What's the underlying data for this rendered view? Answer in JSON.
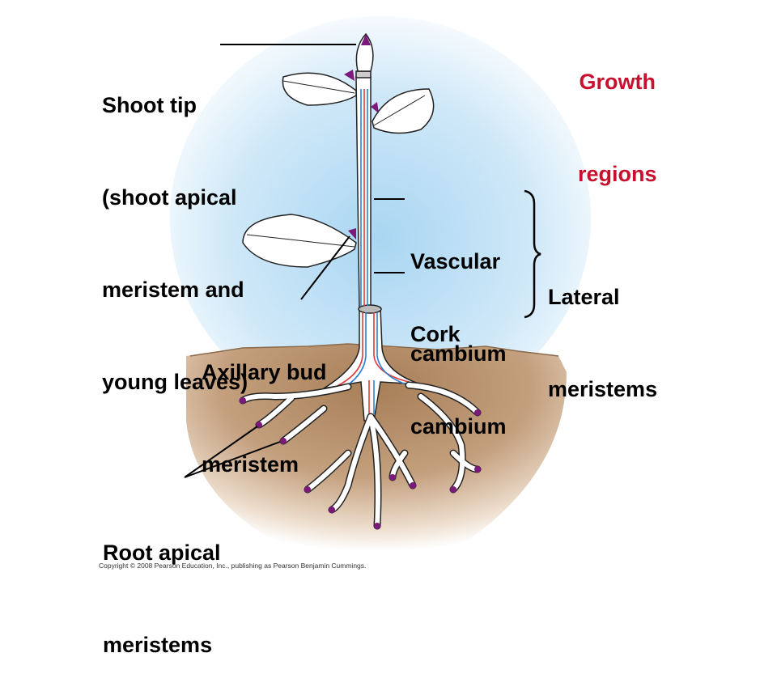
{
  "title": {
    "line1": "Growth",
    "line2": "regions",
    "color": "#c8102e"
  },
  "labels": {
    "shoot_tip": {
      "line1": "Shoot tip",
      "line2": "(shoot apical",
      "line3": "meristem and",
      "line4": "young leaves)"
    },
    "vascular_cambium": {
      "line1": "Vascular",
      "line2": "cambium"
    },
    "cork_cambium": {
      "line1": "Cork",
      "line2": "cambium"
    },
    "lateral_meristems": {
      "line1": "Lateral",
      "line2": "meristems"
    },
    "axillary_bud": {
      "line1": "Axillary bud",
      "line2": "meristem"
    },
    "root_apical": {
      "line1": "Root apical",
      "line2": "meristems"
    }
  },
  "copyright": "Copyright © 2008 Pearson Education, Inc., publishing as Pearson Benjamin Cummings.",
  "colors": {
    "sky": "#bfe0f5",
    "soil": "#b08a63",
    "meristem": "#7b1a7a",
    "xylem_line": "#e03a3a",
    "phloem_line": "#2f7fd0"
  }
}
